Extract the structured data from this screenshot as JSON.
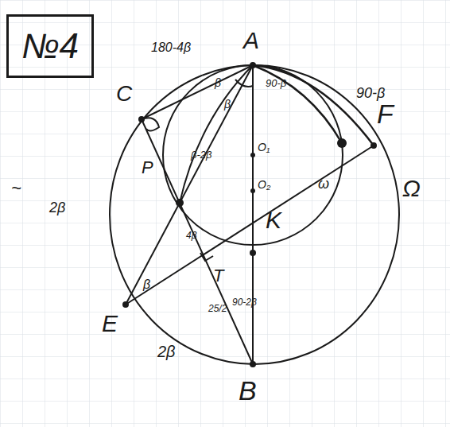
{
  "diagram": {
    "nodes": [
      {
        "text": [
          "№4"
        ]
      }
    ],
    "labels": [
      "180-4β",
      "A",
      "C",
      "β",
      "β",
      "90-β",
      "90-β",
      "F",
      "Ω",
      "ω",
      "O₁",
      "O₂",
      "P",
      "β-2β",
      "K",
      "2β",
      "E",
      "β",
      "T",
      "4β",
      "25/2",
      "90-2β",
      "2β",
      "B",
      "~"
    ]
  }
}
